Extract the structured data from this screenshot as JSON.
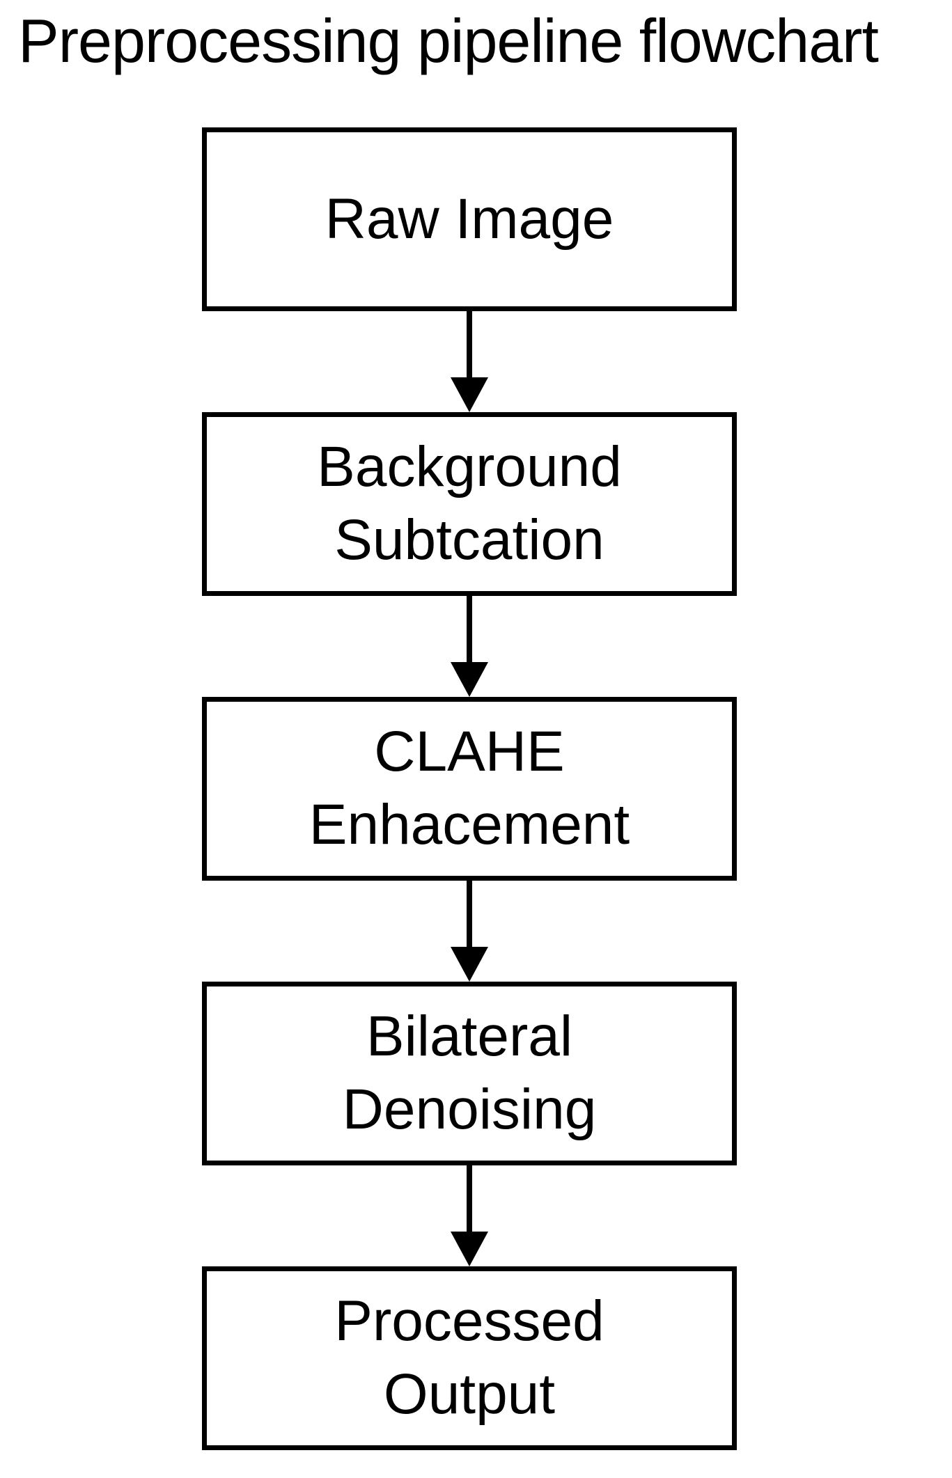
{
  "title": "Preprocessing pipeline flowchart",
  "nodes": [
    {
      "text": "Raw Image"
    },
    {
      "text": "Background\nSubtcation"
    },
    {
      "text": "CLAHE\nEnhacement"
    },
    {
      "text": "Bilateral\nDenoising"
    },
    {
      "text": "Processed\nOutput"
    }
  ],
  "colors": {
    "background": "#ffffff",
    "box_border": "#000000",
    "text": "#000000",
    "arrow": "#000000"
  }
}
